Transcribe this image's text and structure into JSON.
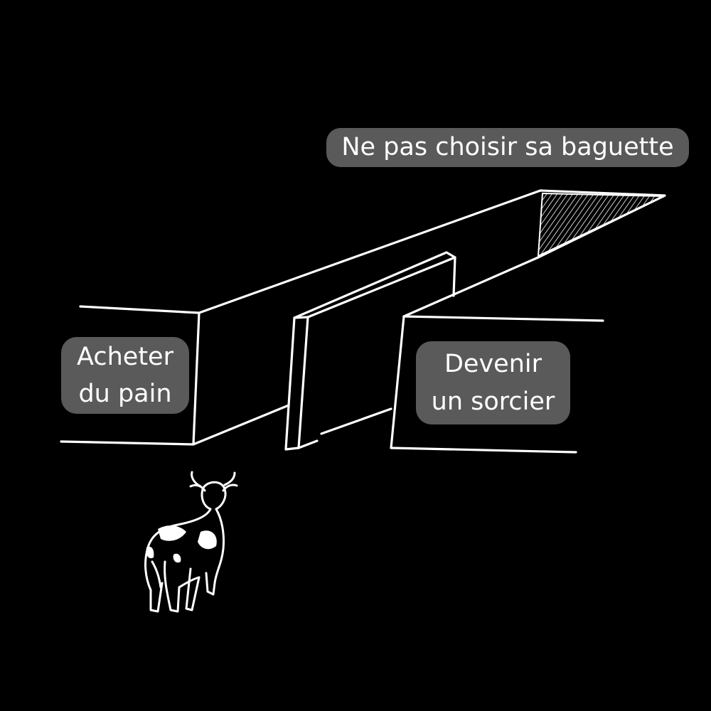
{
  "labels": {
    "top": "Ne pas choisir sa baguette",
    "left": "Acheter\ndu pain",
    "right": "Devenir\nun sorcier"
  },
  "colors": {
    "background": "#000000",
    "line": "#ffffff",
    "label_bg": "#5a5a5a",
    "label_text": "#ffffff"
  },
  "icons": {
    "animal": "cow-icon"
  }
}
